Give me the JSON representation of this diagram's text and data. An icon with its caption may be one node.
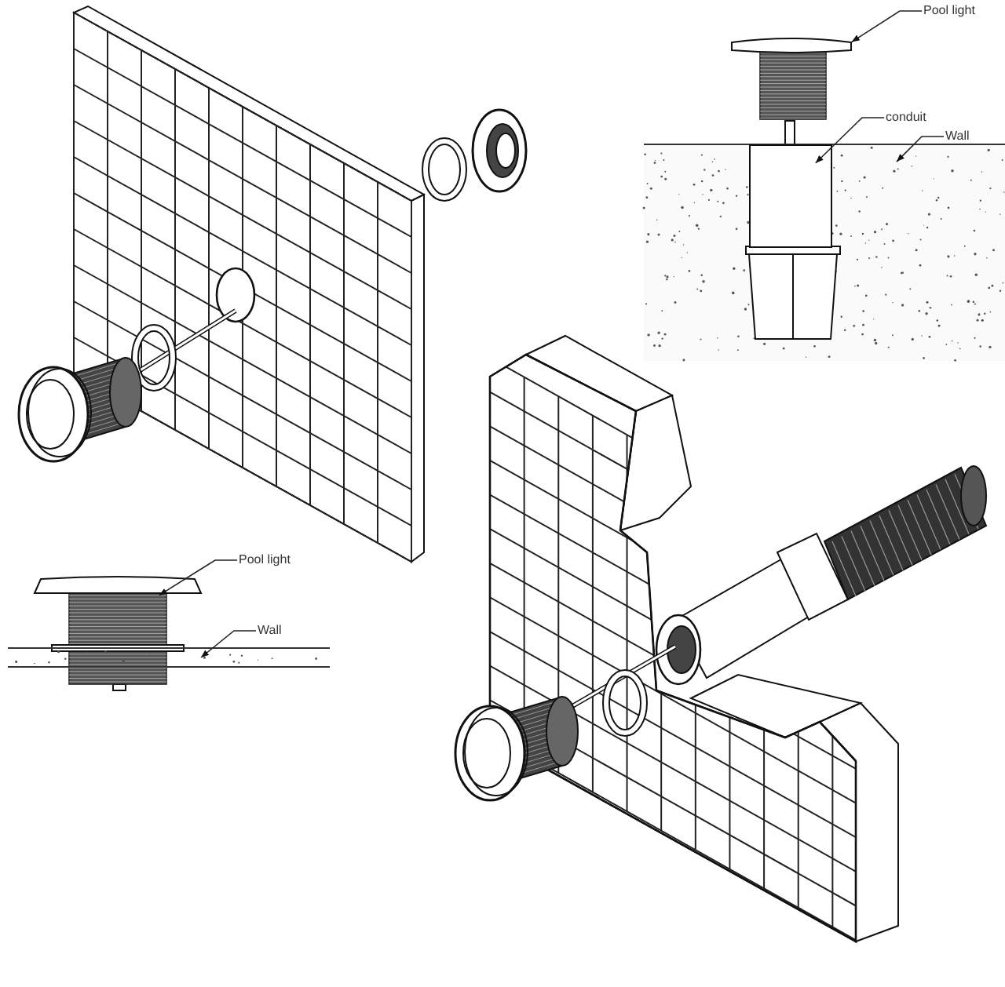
{
  "diagram": {
    "nodes": [
      {
        "text": [
          "Pool light"
        ]
      },
      {
        "text": [],
        "shape": "picture"
      },
      {
        "text": [
          "conduit"
        ]
      },
      {
        "text": [],
        "shape": "box",
        "in": 5
      },
      {
        "text": [
          "Wall"
        ]
      },
      {
        "text": [],
        "shape": "picture"
      },
      {
        "text": [
          "Pool light"
        ]
      },
      {
        "text": [],
        "shape": "picture"
      },
      {
        "text": [
          "Wall"
        ]
      },
      {
        "text": [],
        "shape": "picture"
      }
    ],
    "edges": [
      {
        "from": 0,
        "to": 1,
        "arrow": "to"
      },
      {
        "from": 2,
        "to": 3,
        "arrow": "to"
      },
      {
        "from": 4,
        "to": 5,
        "arrow": "to"
      },
      {
        "from": 6,
        "to": 7,
        "arrow": "to"
      },
      {
        "from": 8,
        "to": 9,
        "arrow": "to"
      }
    ]
  }
}
